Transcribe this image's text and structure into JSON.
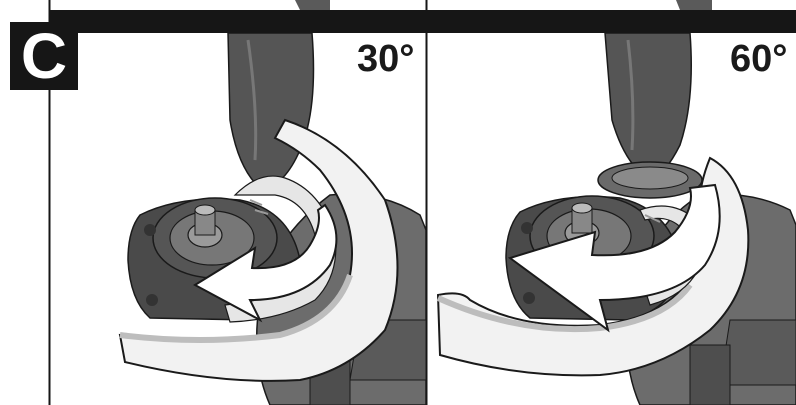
{
  "section_label": "C",
  "panels": [
    {
      "angle": "30°"
    },
    {
      "angle": "60°"
    }
  ],
  "colors": {
    "ink": "#161616",
    "tool_dark": "#4f4f4f",
    "tool_mid": "#6a6a6a",
    "tool_light": "#9a9a9a",
    "guard_white": "#f4f4f4"
  },
  "icons": [
    "rotation-arrow-icon",
    "grinder-illustration",
    "wheel-guard"
  ]
}
